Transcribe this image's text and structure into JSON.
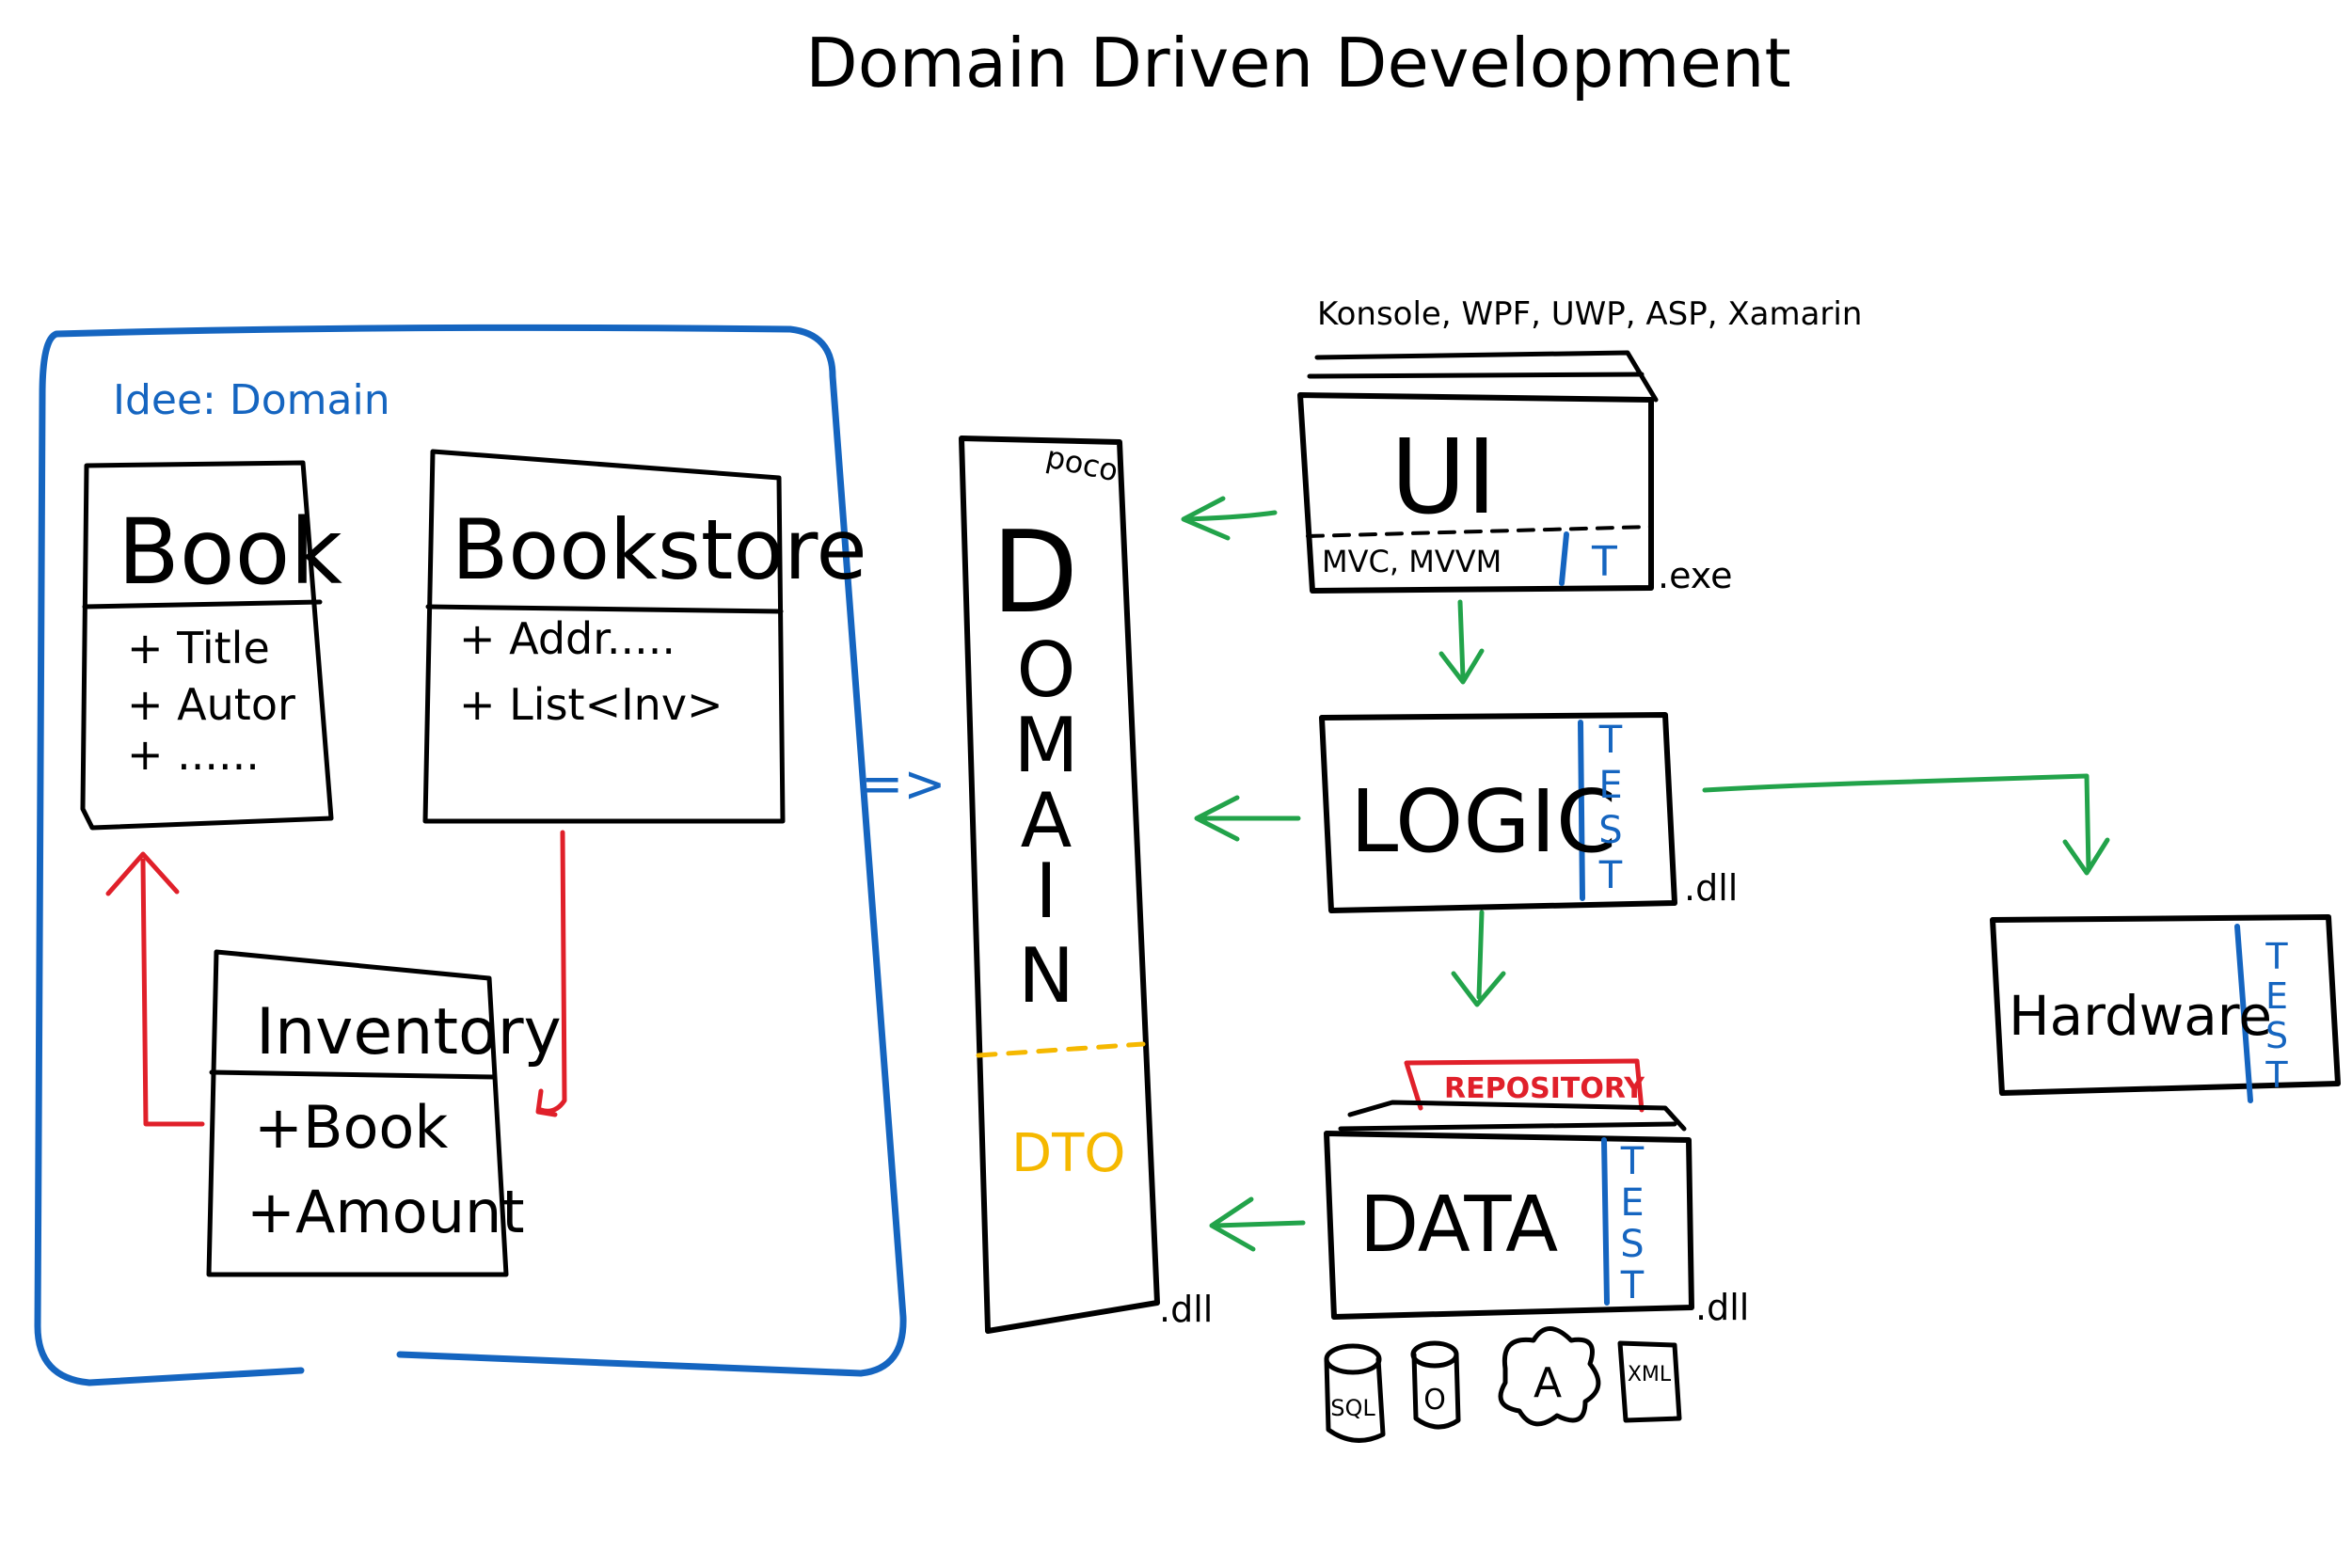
{
  "title": "Domain Driven Development",
  "colors": {
    "ink": "#000000",
    "domain_frame": "#1565c0",
    "arrows": "#22a34a",
    "relations": "#e0202a",
    "dto": "#f5b800",
    "repository": "#e0202a"
  },
  "idea_box": {
    "label": "Idee: Domain",
    "classes": [
      {
        "name": "Book",
        "members": [
          "+ Title",
          "+ Autor",
          "+ ......"
        ]
      },
      {
        "name": "Bookstore",
        "members": [
          "+ Addr.....",
          "+ List<Inv>"
        ]
      },
      {
        "name": "Inventory",
        "members": [
          "+Book",
          "+Amount"
        ]
      }
    ],
    "implies_arrow": "=>"
  },
  "domain_layer": {
    "tag": "poco",
    "letters": [
      "D",
      "O",
      "M",
      "A",
      "I",
      "N"
    ],
    "dto_label": "DTO",
    "file_ext": ".dll"
  },
  "ui_layer": {
    "frameworks": "Konsole, WPF, UWP, ASP, Xamarin",
    "label": "UI",
    "patterns": "MVC, MVVM",
    "test_tag": "T",
    "file_ext": ".exe"
  },
  "logic_layer": {
    "label": "LOGIC",
    "test_letters": [
      "T",
      "E",
      "S",
      "T"
    ],
    "file_ext": ".dll"
  },
  "hardware_layer": {
    "label": "Hardware",
    "test_letters": [
      "T",
      "E",
      "S",
      "T"
    ]
  },
  "data_layer": {
    "repository_label": "REPOSITORY",
    "label": "DATA",
    "test_letters": [
      "T",
      "E",
      "S",
      "T"
    ],
    "file_ext": ".dll",
    "sources": [
      "SQL",
      "O",
      "A",
      "XML"
    ]
  }
}
